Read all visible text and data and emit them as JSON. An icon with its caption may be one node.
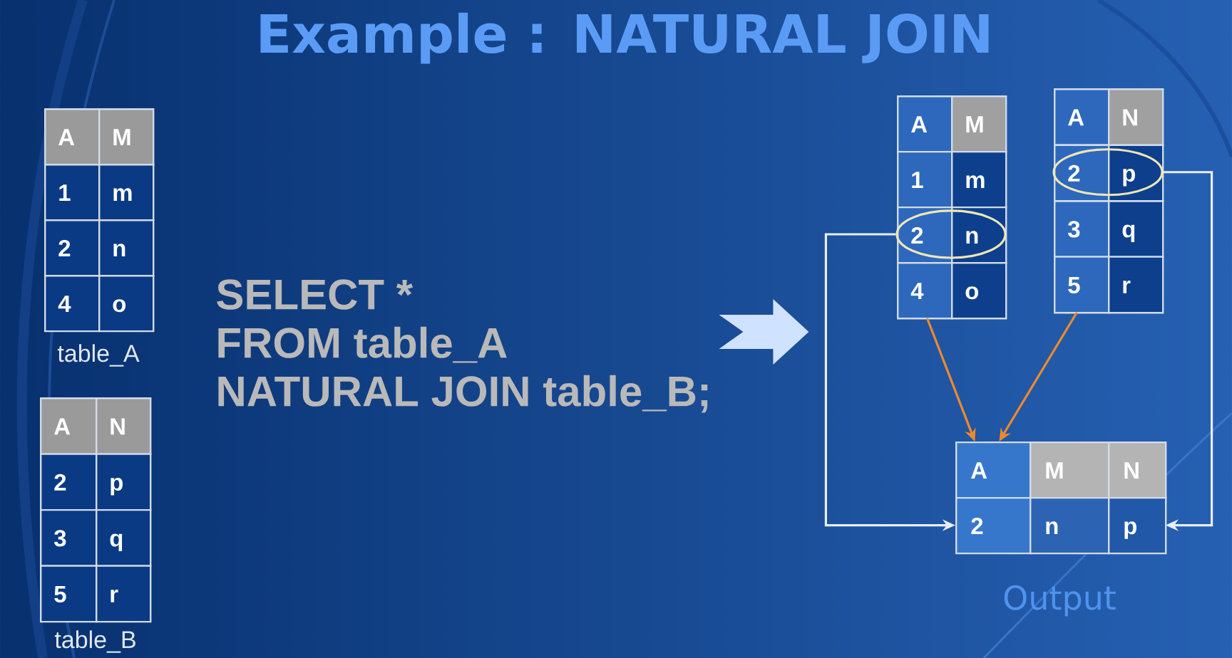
{
  "diagram": {
    "title": "Example : NATURAL JOIN",
    "nodes": [
      {
        "text": [
          "A",
          "M",
          "1",
          "m",
          "2",
          "n",
          "4",
          "o"
        ],
        "beside": [
          "table_A"
        ]
      },
      {
        "text": [
          "A",
          "N",
          "2",
          "p",
          "3",
          "q",
          "5",
          "r"
        ],
        "beside": [
          "table_B"
        ]
      },
      {
        "text": [
          "SELECT *",
          "FROM table_A",
          "NATURAL JOIN table_B;"
        ]
      },
      {
        "text": [
          "A",
          "M",
          "1",
          "m",
          "4",
          "o"
        ]
      },
      {
        "text": [
          "2",
          "n"
        ],
        "in": 3
      },
      {
        "text": [
          "A",
          "N",
          "3",
          "q",
          "5",
          "r"
        ]
      },
      {
        "text": [
          "2",
          "p"
        ],
        "in": 5
      },
      {
        "text": [
          "A",
          "M",
          "N",
          "2",
          "n",
          "p"
        ],
        "beside": [
          "Output"
        ]
      }
    ],
    "edges": [
      {
        "from": 2,
        "to": null,
        "arrow": "to",
        "style": "thick",
        "color": "#cfe2ff"
      },
      {
        "from": 4,
        "to": 7,
        "arrow": "to"
      },
      {
        "from": 6,
        "to": 7,
        "arrow": "to"
      },
      {
        "from": 3,
        "to": 7,
        "arrow": "to",
        "color": "#ee8a2c"
      },
      {
        "from": 5,
        "to": 7,
        "arrow": "to",
        "color": "#ee8a2c"
      }
    ]
  }
}
